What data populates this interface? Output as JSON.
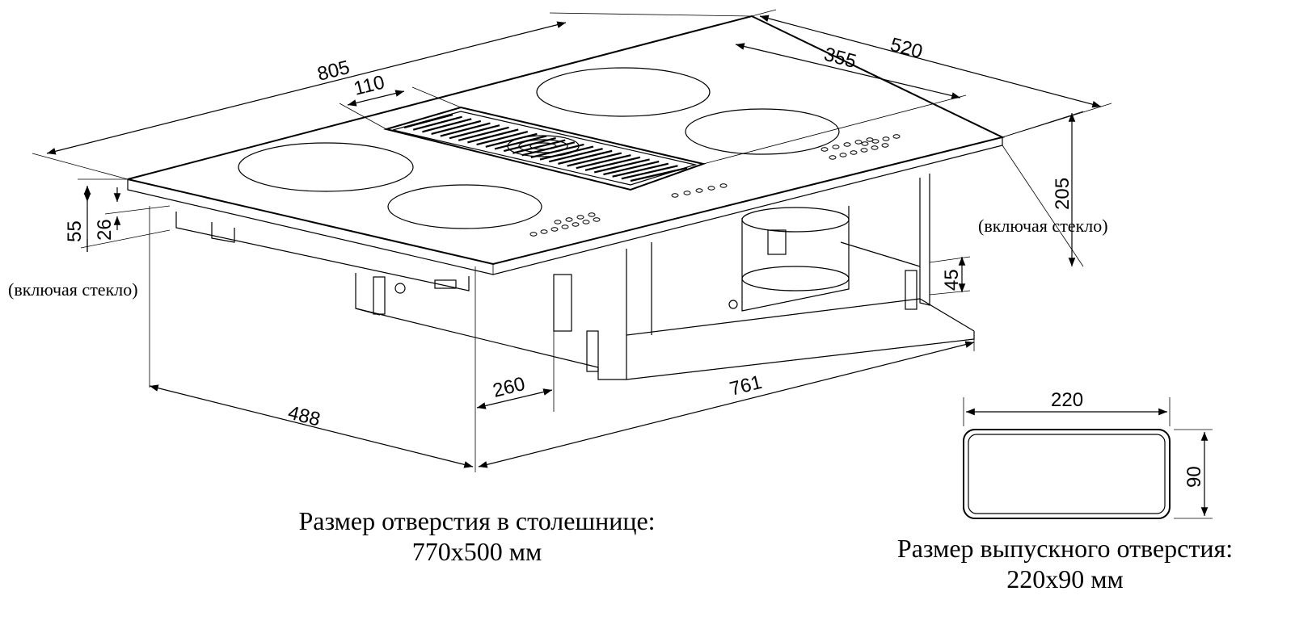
{
  "dimensions": {
    "width_total": "805",
    "depth_total": "520",
    "vent_offset": "110",
    "vent_to_back": "355",
    "height_total": "205",
    "height_note": "(включая стекло)",
    "left_height": "55",
    "glass_height": "26",
    "left_note": "(включая стекло)",
    "bottom_offset": "45",
    "body_depth": "488",
    "module_depth": "260",
    "body_width": "761"
  },
  "outlet": {
    "width": "220",
    "height": "90"
  },
  "captions": {
    "cutout_line1": "Размер отверстия в столешнице:",
    "cutout_line2": "770х500 мм",
    "outlet_line1": "Размер выпускного отверстия:",
    "outlet_line2": "220х90 мм"
  }
}
